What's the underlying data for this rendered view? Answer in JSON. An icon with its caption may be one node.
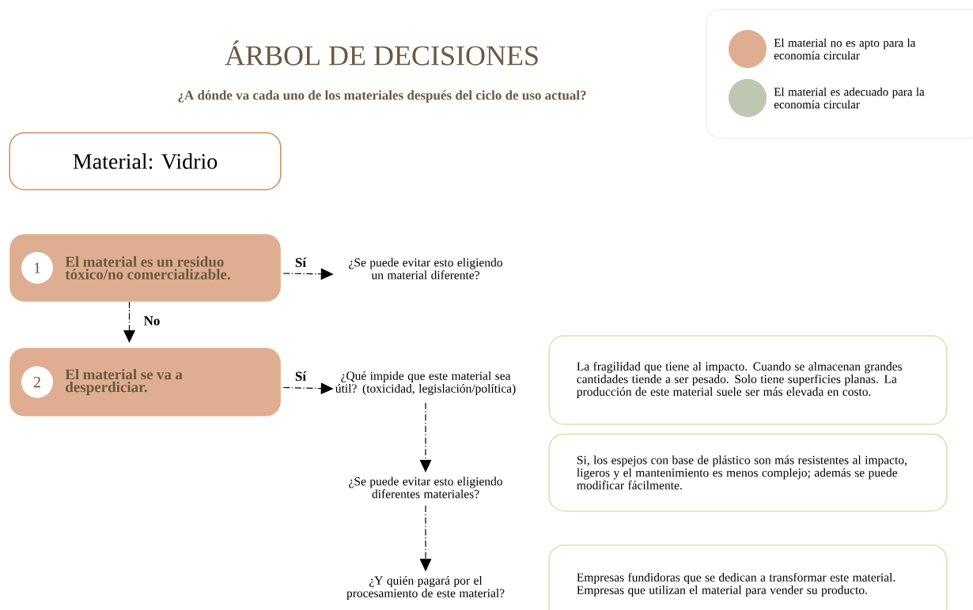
{
  "diagram": {
    "title": "ÁRBOL DE DECISIONES",
    "nodes": [
      {
        "text": [
          "Material: Vidrio"
        ]
      },
      {
        "text": [
          "1",
          "El material es un residuo tóxico/no comercializable."
        ]
      },
      {
        "text": [
          "2",
          "El material se va a desperdiciar."
        ]
      },
      {
        "text": [
          "¿Se puede evitar esto eligiendo un material diferente?"
        ]
      },
      {
        "text": [
          "¿Qué impide que este material sea útil? (toxicidad, legislación/política)"
        ]
      },
      {
        "text": [
          "¿Se puede evitar esto eligiendo diferentes materiales?"
        ]
      },
      {
        "text": [
          "¿Y quién pagará por el procesamiento de este material?"
        ]
      },
      {
        "text": [
          "La fragilidad que tiene al impacto. Cuando se almacenan grandes cantidades tiende a ser pesado. Solo tiene superficies planas. La producción de este material suele ser más elevada en costo."
        ]
      },
      {
        "text": [
          "Si, los espejos con base de plástico son más resistentes al impacto, ligeros y el mantenimiento es menos complejo; además se puede modificar fácilmente."
        ]
      },
      {
        "text": [
          "Empresas fundidoras que se dedican a transformar este material. Empresas que utilizan el material para vender su producto."
        ]
      }
    ],
    "edges": [
      {
        "from": 1,
        "to": 3,
        "arrow": "to",
        "label": "Sí",
        "style": "dashed"
      },
      {
        "from": 1,
        "to": 2,
        "arrow": "to",
        "label": "No",
        "style": "dashed"
      },
      {
        "from": 2,
        "to": 4,
        "arrow": "to",
        "label": "Sí",
        "style": "dashed"
      },
      {
        "from": 4,
        "to": 5,
        "arrow": "to",
        "style": "dashed"
      },
      {
        "from": 5,
        "to": 6,
        "arrow": "to",
        "style": "dashed"
      }
    ],
    "labels": [
      "¿A dónde va cada uno de los materiales después del ciclo de uso actual?"
    ],
    "legend": [
      {
        "text": "El material no es apto para la economía circular",
        "color": "#dfae91"
      },
      {
        "text": "El material es adecuado para la economía circular",
        "color": "#bec7b1"
      }
    ]
  }
}
